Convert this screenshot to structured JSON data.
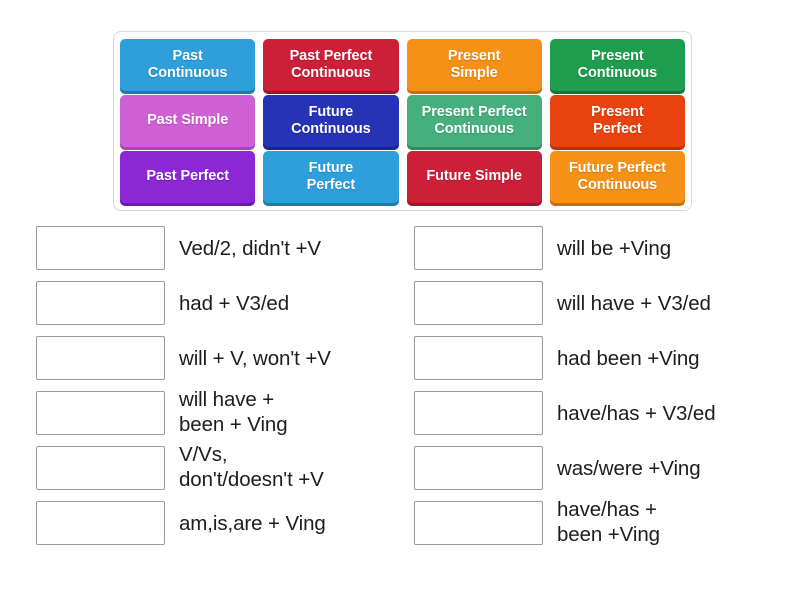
{
  "tile_tray": {
    "name": "tense-name-tiles",
    "rows": [
      [
        {
          "label": "Past\nContinuous",
          "color": "#2f9fdb",
          "shadow": "#1f7aad"
        },
        {
          "label": "Past Perfect\nContinuous",
          "color": "#cc2038",
          "shadow": "#9d1729"
        },
        {
          "label": "Present\nSimple",
          "color": "#f49116",
          "shadow": "#c36f0c"
        },
        {
          "label": "Present\nContinuous",
          "color": "#1f9d4e",
          "shadow": "#16763a"
        }
      ],
      [
        {
          "label": "Past Simple",
          "color": "#cf5fd4",
          "shadow": "#a746ab"
        },
        {
          "label": "Future\nContinuous",
          "color": "#2633b5",
          "shadow": "#1b248a"
        },
        {
          "label": "Present Perfect\nContinuous",
          "color": "#45b07c",
          "shadow": "#34875f"
        },
        {
          "label": "Present\nPerfect",
          "color": "#e8430f",
          "shadow": "#b4330b"
        }
      ],
      [
        {
          "label": "Past Perfect",
          "color": "#8b27d4",
          "shadow": "#6a1da3"
        },
        {
          "label": "Future\nPerfect",
          "color": "#2f9fdb",
          "shadow": "#1f7aad"
        },
        {
          "label": "Future Simple",
          "color": "#cc2038",
          "shadow": "#9d1729"
        },
        {
          "label": "Future Perfect\nContinuous",
          "color": "#f49116",
          "shadow": "#c36f0c"
        }
      ]
    ]
  },
  "answers": {
    "left_column": [
      {
        "box_value": "",
        "text": "Ved/2, didn't +V"
      },
      {
        "box_value": "",
        "text": "had + V3/ed"
      },
      {
        "box_value": "",
        "text": "will + V, won't +V"
      },
      {
        "box_value": "",
        "text": "will have +\nbeen + Ving"
      },
      {
        "box_value": "",
        "text": "V/Vs,\ndon't/doesn't +V"
      },
      {
        "box_value": "",
        "text": "am,is,are + Ving"
      }
    ],
    "right_column": [
      {
        "box_value": "",
        "text": "will be +Ving"
      },
      {
        "box_value": "",
        "text": "will have + V3/ed"
      },
      {
        "box_value": "",
        "text": "had been +Ving"
      },
      {
        "box_value": "",
        "text": "have/has + V3/ed"
      },
      {
        "box_value": "",
        "text": "was/were +Ving"
      },
      {
        "box_value": "",
        "text": "have/has +\nbeen +Ving"
      }
    ]
  }
}
